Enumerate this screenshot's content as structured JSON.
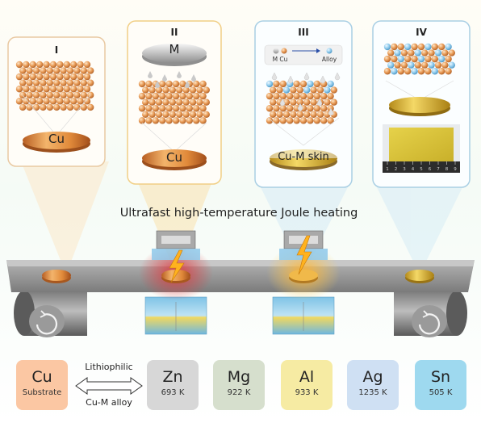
{
  "panels": [
    {
      "numeral": "I",
      "disc_label": "Cu",
      "frame": "#e9c9a2"
    },
    {
      "numeral": "II",
      "top_label": "M",
      "disc_label": "Cu",
      "frame": "#f1cf86"
    },
    {
      "numeral": "III",
      "legend_left": "M Cu",
      "legend_right": "Alloy",
      "disc_label": "Cu-M skin",
      "frame": "#a9cfe4"
    },
    {
      "numeral": "IV",
      "frame": "#a9cfe4"
    }
  ],
  "headline": "Ultrafast high-temperature Joule heating",
  "ruler_ticks": [
    "1",
    "2",
    "3",
    "4",
    "5",
    "6",
    "7",
    "8",
    "9"
  ],
  "substrate": {
    "symbol": "Cu",
    "subtitle": "Substrate",
    "color": "#fbc7a3"
  },
  "arrow": {
    "top": "Lithiophilic",
    "bottom": "Cu-M alloy"
  },
  "elements": [
    {
      "symbol": "Zn",
      "temp": "693 K",
      "color": "#d7d7d7"
    },
    {
      "symbol": "Mg",
      "temp": "922 K",
      "color": "#d6dfcd"
    },
    {
      "symbol": "Al",
      "temp": "933 K",
      "color": "#f6eba3"
    },
    {
      "symbol": "Ag",
      "temp": "1235 K",
      "color": "#cfe0f3"
    },
    {
      "symbol": "Sn",
      "temp": "505 K",
      "color": "#9ed9ef"
    }
  ],
  "colors": {
    "copper": "#e0974f",
    "alloy_blue": "#8ec8ea",
    "gold": "#d9b431",
    "belt": "#8f8f8f",
    "hot": "#e0353b"
  }
}
